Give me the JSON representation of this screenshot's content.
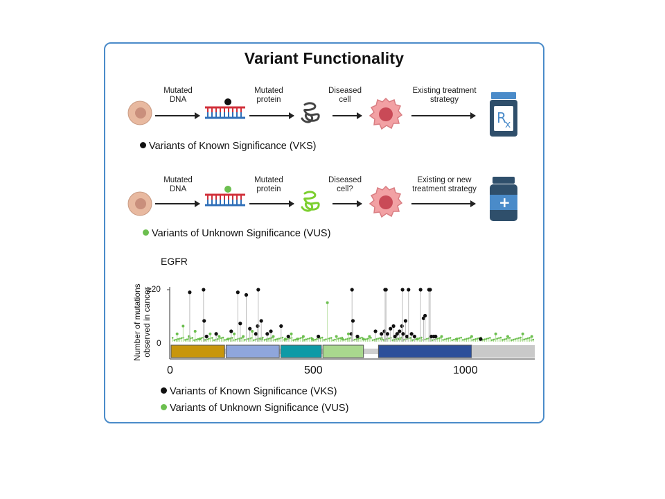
{
  "title": "Variant Functionality",
  "flow_vks": {
    "step1": "Mutated\nDNA",
    "step2": "Mutated\nprotein",
    "step3": "Diseased\ncell",
    "step4": "Existing treatment\nstrategy",
    "legend": "Variants of Known Significance (VKS)"
  },
  "flow_vus": {
    "step1": "Mutated\nDNA",
    "step2": "Mutated\nprotein",
    "step3": "Diseased\ncell?",
    "step4": "Existing or new\ntreatment strategy",
    "legend": "Variants of Unknown Significance (VUS)"
  },
  "icons": {
    "rx_label": "R",
    "rx_sub": "x",
    "plus_label": "+"
  },
  "colors": {
    "vks": "#111111",
    "vus": "#6cbf4f",
    "border": "#4a8bc9"
  },
  "chart_data": {
    "type": "scatter",
    "title": "EGFR",
    "ylabel": "Number of mutations observed in cancer",
    "xlabel": "",
    "xlim": [
      0,
      1210
    ],
    "ylim": [
      0,
      20
    ],
    "yticks": [
      "0",
      "≥20"
    ],
    "xticks": [
      0,
      500,
      1000
    ],
    "legend": [
      {
        "name": "Variants of Known Significance (VKS)",
        "color": "#111111"
      },
      {
        "name": "Variants of Unknown Significance (VUS)",
        "color": "#6cbf4f"
      }
    ],
    "domains": [
      {
        "start": 0,
        "end": 178,
        "color": "#c8960c"
      },
      {
        "start": 183,
        "end": 360,
        "color": "#8fa6dc"
      },
      {
        "start": 365,
        "end": 500,
        "color": "#0e9aa6"
      },
      {
        "start": 505,
        "end": 640,
        "color": "#a9d88e"
      },
      {
        "start": 690,
        "end": 1000,
        "color": "#2d4f9a"
      },
      {
        "start": 1000,
        "end": 1210,
        "color": "#c9c9c9"
      }
    ],
    "vks_points": [
      [
        62,
        19
      ],
      [
        108,
        20
      ],
      [
        110,
        8
      ],
      [
        118,
        2
      ],
      [
        150,
        3
      ],
      [
        200,
        4
      ],
      [
        222,
        19
      ],
      [
        230,
        7
      ],
      [
        250,
        18
      ],
      [
        262,
        5
      ],
      [
        282,
        3
      ],
      [
        288,
        6
      ],
      [
        290,
        20
      ],
      [
        300,
        8
      ],
      [
        320,
        3
      ],
      [
        332,
        4
      ],
      [
        366,
        6
      ],
      [
        390,
        2
      ],
      [
        490,
        2
      ],
      [
        600,
        3
      ],
      [
        602,
        20
      ],
      [
        605,
        8
      ],
      [
        620,
        2
      ],
      [
        680,
        4
      ],
      [
        700,
        3
      ],
      [
        710,
        4
      ],
      [
        712,
        20
      ],
      [
        715,
        20
      ],
      [
        720,
        3
      ],
      [
        730,
        5
      ],
      [
        740,
        6
      ],
      [
        745,
        2
      ],
      [
        752,
        3
      ],
      [
        760,
        4
      ],
      [
        768,
        6
      ],
      [
        770,
        20
      ],
      [
        772,
        3
      ],
      [
        780,
        8
      ],
      [
        785,
        2
      ],
      [
        790,
        20
      ],
      [
        800,
        3
      ],
      [
        810,
        2
      ],
      [
        830,
        20
      ],
      [
        840,
        9
      ],
      [
        845,
        10
      ],
      [
        858,
        20
      ],
      [
        862,
        20
      ],
      [
        866,
        2
      ],
      [
        874,
        2
      ],
      [
        880,
        2
      ],
      [
        1030,
        1
      ]
    ],
    "vus_points": [
      [
        20,
        3
      ],
      [
        40,
        6
      ],
      [
        60,
        2
      ],
      [
        80,
        4
      ],
      [
        95,
        1
      ],
      [
        130,
        3
      ],
      [
        160,
        2
      ],
      [
        190,
        1
      ],
      [
        210,
        3
      ],
      [
        240,
        2
      ],
      [
        270,
        4
      ],
      [
        300,
        1
      ],
      [
        340,
        2
      ],
      [
        380,
        1
      ],
      [
        400,
        3
      ],
      [
        420,
        1
      ],
      [
        440,
        2
      ],
      [
        470,
        1
      ],
      [
        520,
        15
      ],
      [
        550,
        2
      ],
      [
        570,
        1
      ],
      [
        590,
        3
      ],
      [
        640,
        1
      ],
      [
        660,
        2
      ],
      [
        700,
        1
      ],
      [
        760,
        1
      ],
      [
        820,
        1
      ],
      [
        900,
        2
      ],
      [
        950,
        1
      ],
      [
        1000,
        2
      ],
      [
        1080,
        3
      ],
      [
        1120,
        2
      ],
      [
        1170,
        3
      ],
      [
        1200,
        2
      ]
    ]
  }
}
